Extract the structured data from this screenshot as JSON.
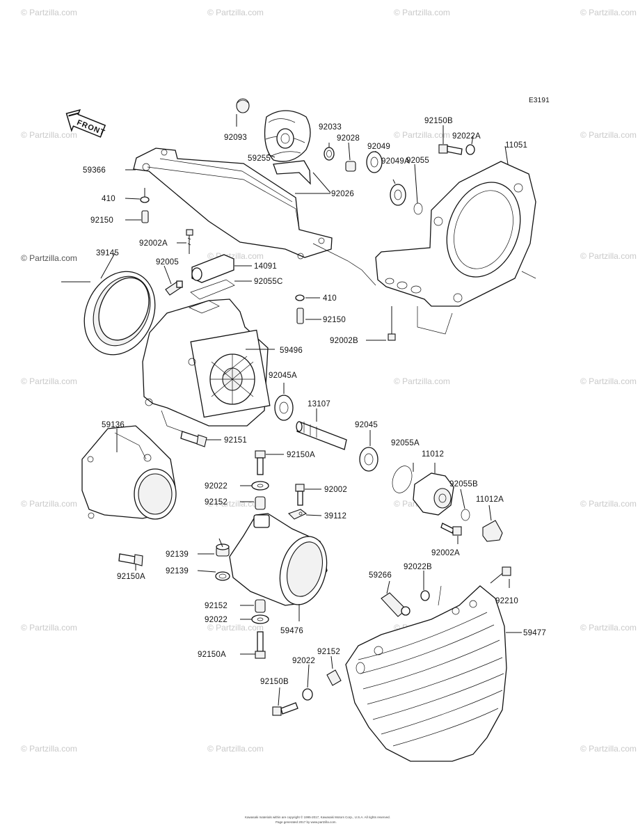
{
  "diagram_code": "E3191",
  "front_label": "FRONT",
  "watermark": "© Partzilla.com",
  "copyright_line1": "Kawasaki materials within are copyright © 1995-2017, Kawasaki Motors Corp., U.S.A.  All rights reserved.",
  "copyright_line2": "Page generated 2017 by www.partzilla.com.",
  "parts": [
    {
      "id": "p92093",
      "label": "92093"
    },
    {
      "id": "p59255",
      "label": "59255"
    },
    {
      "id": "p92033",
      "label": "92033"
    },
    {
      "id": "p92028",
      "label": "92028"
    },
    {
      "id": "p92049",
      "label": "92049"
    },
    {
      "id": "p92049A",
      "label": "92049A"
    },
    {
      "id": "p92055",
      "label": "92055"
    },
    {
      "id": "p92026",
      "label": "92026"
    },
    {
      "id": "p92150B_top",
      "label": "92150B"
    },
    {
      "id": "p92022A",
      "label": "92022A"
    },
    {
      "id": "p11051",
      "label": "11051"
    },
    {
      "id": "p59366",
      "label": "59366"
    },
    {
      "id": "p410_a",
      "label": "410"
    },
    {
      "id": "p92150_a",
      "label": "92150"
    },
    {
      "id": "p92002A",
      "label": "92002A"
    },
    {
      "id": "p39145",
      "label": "39145"
    },
    {
      "id": "p92005",
      "label": "92005"
    },
    {
      "id": "p14091",
      "label": "14091"
    },
    {
      "id": "p92055C",
      "label": "92055C"
    },
    {
      "id": "p410_b",
      "label": "410"
    },
    {
      "id": "p92150_b",
      "label": "92150"
    },
    {
      "id": "p92002B",
      "label": "92002B"
    },
    {
      "id": "p59496",
      "label": "59496"
    },
    {
      "id": "p92045A",
      "label": "92045A"
    },
    {
      "id": "p13107",
      "label": "13107"
    },
    {
      "id": "p92045",
      "label": "92045"
    },
    {
      "id": "p59136",
      "label": "59136"
    },
    {
      "id": "p92151",
      "label": "92151"
    },
    {
      "id": "p92150A_a",
      "label": "92150A"
    },
    {
      "id": "p92055A",
      "label": "92055A"
    },
    {
      "id": "p11012",
      "label": "11012"
    },
    {
      "id": "p92022_a",
      "label": "92022"
    },
    {
      "id": "p92002",
      "label": "92002"
    },
    {
      "id": "p92055B",
      "label": "92055B"
    },
    {
      "id": "p92152_a",
      "label": "92152"
    },
    {
      "id": "p11012A",
      "label": "11012A"
    },
    {
      "id": "p39112",
      "label": "39112"
    },
    {
      "id": "p92139_a",
      "label": "92139"
    },
    {
      "id": "p92002A_b",
      "label": "92002A"
    },
    {
      "id": "p92139_b",
      "label": "92139"
    },
    {
      "id": "p92150A_b",
      "label": "92150A"
    },
    {
      "id": "p92022B",
      "label": "92022B"
    },
    {
      "id": "p59266",
      "label": "59266"
    },
    {
      "id": "p92210",
      "label": "92210"
    },
    {
      "id": "p92152_b",
      "label": "92152"
    },
    {
      "id": "p92022_b",
      "label": "92022"
    },
    {
      "id": "p59476",
      "label": "59476"
    },
    {
      "id": "p59477",
      "label": "59477"
    },
    {
      "id": "p92150A_c",
      "label": "92150A"
    },
    {
      "id": "p92152_c",
      "label": "92152"
    },
    {
      "id": "p92022_c",
      "label": "92022"
    },
    {
      "id": "p92150B_bot",
      "label": "92150B"
    }
  ]
}
